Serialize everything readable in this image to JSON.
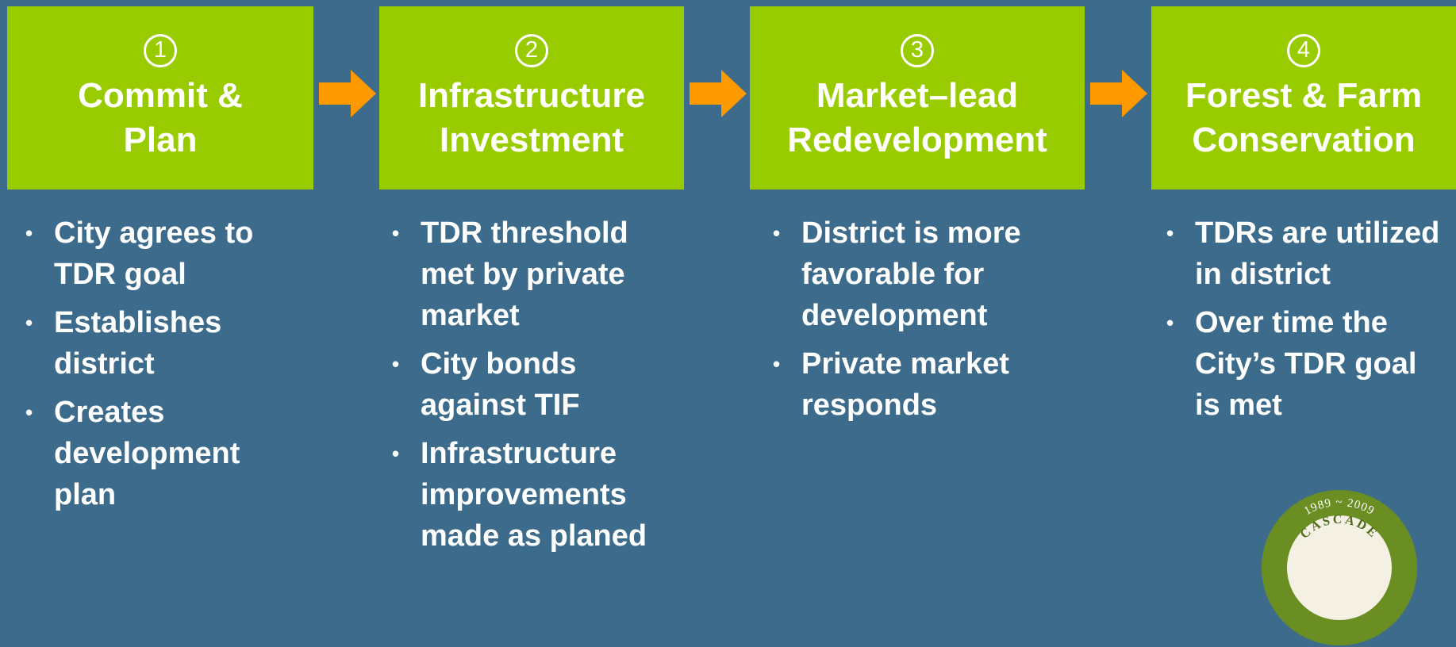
{
  "steps": [
    {
      "number": "1",
      "title_lines": [
        "Commit &",
        "Plan"
      ],
      "bullets": [
        "City agrees to TDR goal",
        "Establishes district",
        "Creates development plan"
      ]
    },
    {
      "number": "2",
      "title_lines": [
        "Infrastructure",
        "Investment"
      ],
      "bullets": [
        "TDR threshold met by private market",
        "City bonds against TIF",
        "Infrastructure improvements made as planed"
      ]
    },
    {
      "number": "3",
      "title_lines": [
        "Market–lead",
        "Redevelopment"
      ],
      "bullets": [
        "District is more favorable for development",
        "Private market responds"
      ]
    },
    {
      "number": "4",
      "title_lines": [
        "Forest & Farm",
        "Conservation"
      ],
      "bullets": [
        "TDRs are utilized in district",
        "Over time the City’s TDR goal is met"
      ]
    }
  ],
  "seal": {
    "years": "1989 ~ 2009",
    "name": "CASCADE"
  },
  "colors": {
    "background": "#3d6b8c",
    "box": "#99cc00",
    "arrow": "#ff9900",
    "seal": "#6b8e23"
  },
  "icons": {
    "arrow": "arrow-right-icon",
    "bullet": "bullet-dot-icon"
  }
}
